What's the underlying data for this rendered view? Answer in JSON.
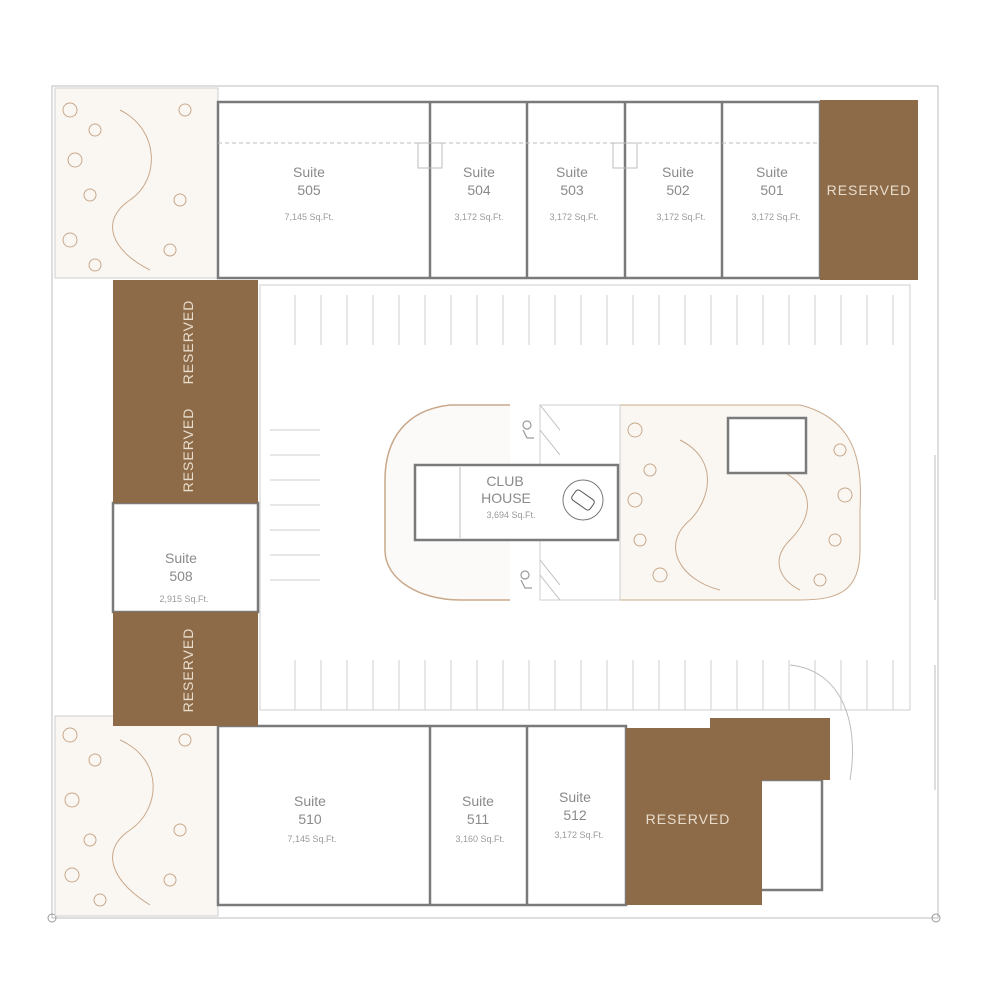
{
  "colors": {
    "reserved_fill": "#8d6b48",
    "reserved_text": "#e9ddcd",
    "wall": "#7a7a7a",
    "landscape": "#c9a88a",
    "label_text": "#8a8a8a"
  },
  "suites": [
    {
      "id": "505",
      "title": "Suite",
      "number": "505",
      "area": "7,145 Sq.Ft."
    },
    {
      "id": "504",
      "title": "Suite",
      "number": "504",
      "area": "3,172 Sq.Ft."
    },
    {
      "id": "503",
      "title": "Suite",
      "number": "503",
      "area": "3,172 Sq.Ft."
    },
    {
      "id": "502",
      "title": "Suite",
      "number": "502",
      "area": "3,172 Sq.Ft."
    },
    {
      "id": "501",
      "title": "Suite",
      "number": "501",
      "area": "3,172 Sq.Ft."
    },
    {
      "id": "508",
      "title": "Suite",
      "number": "508",
      "area": "2,915 Sq.Ft."
    },
    {
      "id": "510",
      "title": "Suite",
      "number": "510",
      "area": "7,145 Sq.Ft."
    },
    {
      "id": "511",
      "title": "Suite",
      "number": "511",
      "area": "3,160 Sq.Ft."
    },
    {
      "id": "512",
      "title": "Suite",
      "number": "512",
      "area": "3,172 Sq.Ft."
    }
  ],
  "clubhouse": {
    "line1": "CLUB",
    "line2": "HOUSE",
    "area": "3,694  Sq.Ft."
  },
  "reserved_label": "RESERVED",
  "icons": [
    "accessible-parking-icon",
    "car-icon",
    "tree-icon",
    "stair-icon"
  ]
}
